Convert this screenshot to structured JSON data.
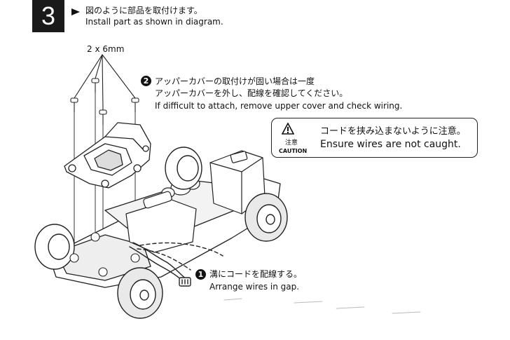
{
  "step": {
    "number": "3",
    "instruction_jp": "図のように部品を取付けます。",
    "instruction_en": "Install part as shown in diagram."
  },
  "screws": {
    "label": "2 x 6mm"
  },
  "note2": {
    "badge": "2",
    "jp_line1": "アッパーカバーの取付けが固い場合は一度",
    "jp_line2": "アッパーカバーを外し、配線を確認してください。",
    "en": "If difficult to attach, remove upper cover and check wiring."
  },
  "caution": {
    "icon": "warning-triangle-icon",
    "label_jp": "注意",
    "label_en": "CAUTION",
    "text_jp": "コードを挟み込まないように注意。",
    "text_en": "Ensure wires are not caught."
  },
  "note1": {
    "badge": "1",
    "jp": "溝にコードを配線する。",
    "en": "Arrange wires in gap."
  }
}
